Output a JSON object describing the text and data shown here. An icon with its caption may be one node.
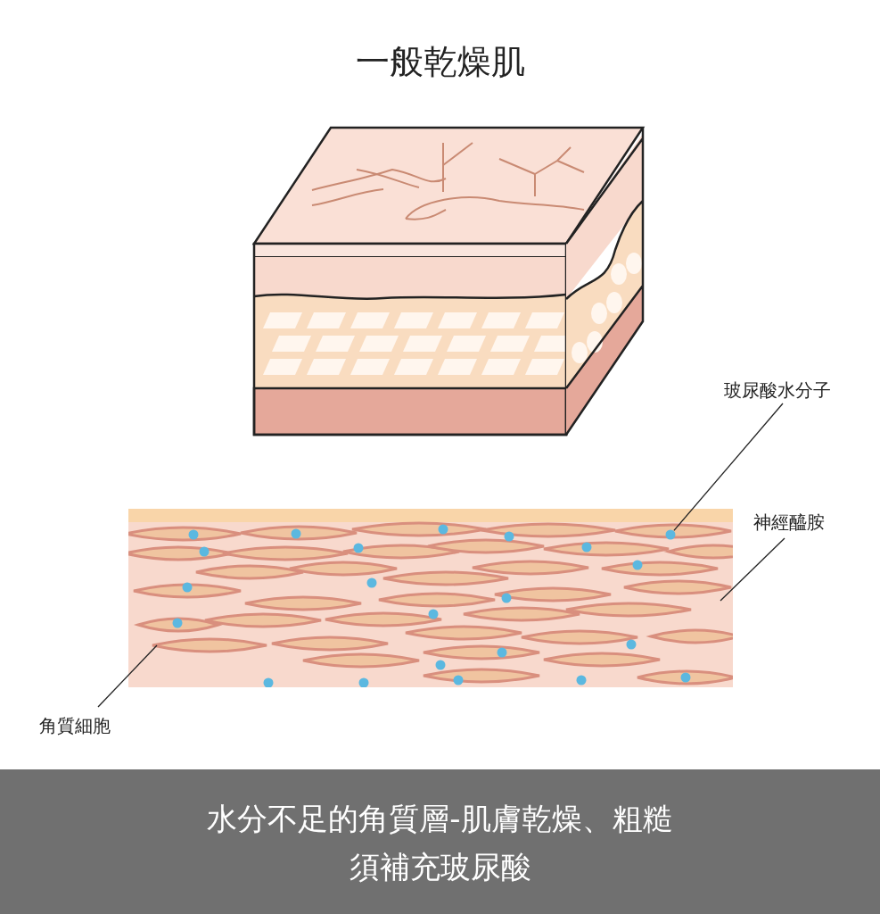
{
  "diagram": {
    "title": "一般乾燥肌",
    "caption": "水分不足的角質層-肌膚乾燥、粗糙須補充玻尿酸",
    "nodes": [
      {
        "text": [
          "玻尿酸水分子"
        ]
      },
      {
        "text": [
          "神經醯胺"
        ]
      },
      {
        "text": [
          "角質細胞"
        ]
      },
      {
        "text": [],
        "shape": "circle"
      },
      {
        "text": [],
        "shape": "ellipse"
      }
    ],
    "edges": [
      {
        "from": 0,
        "to": 3,
        "arrow": "none"
      },
      {
        "from": 1,
        "to": null,
        "arrow": "none"
      },
      {
        "from": 2,
        "to": 4,
        "arrow": "none"
      }
    ]
  }
}
